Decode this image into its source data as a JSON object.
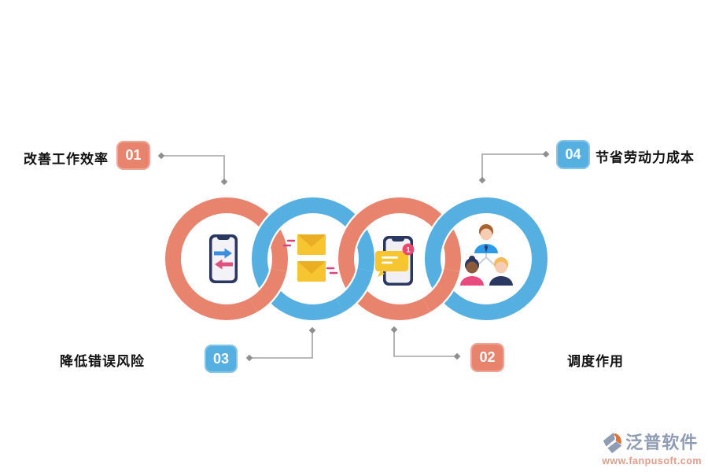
{
  "labels": {
    "top_left": {
      "number": "01",
      "text": "改善工作效率",
      "color": "#E8846E"
    },
    "top_right": {
      "number": "04",
      "text": "节省劳动力成本",
      "color": "#55AFE0"
    },
    "bottom_left": {
      "number": "03",
      "text": "降低错误风险",
      "color": "#55AFE0"
    },
    "bottom_right": {
      "number": "02",
      "text": "调度作用",
      "color": "#E8846E"
    }
  },
  "rings": [
    {
      "name": "ring-1-efficiency",
      "color": "#E8846E",
      "icon": "phone-transfer-icon"
    },
    {
      "name": "ring-2-mail",
      "color": "#55AFE0",
      "icon": "mail-icon"
    },
    {
      "name": "ring-3-notification",
      "color": "#E8846E",
      "icon": "phone-notification-icon"
    },
    {
      "name": "ring-4-team",
      "color": "#55AFE0",
      "icon": "team-icon"
    }
  ],
  "icons": {
    "notification_count": "1"
  },
  "watermark": {
    "brand": "泛普软件",
    "url": "www.fanpusoft.com"
  },
  "colors": {
    "salmon": "#E8846E",
    "blue": "#55AFE0",
    "connector_line": "#A2A2A2",
    "connector_diamond": "#8F8F8F",
    "label_text": "#111111",
    "badge_text": "#FFFFFF",
    "watermark_brand": "#8E9CB4",
    "watermark_url": "#E49B8B",
    "background": "#FFFFFF"
  }
}
